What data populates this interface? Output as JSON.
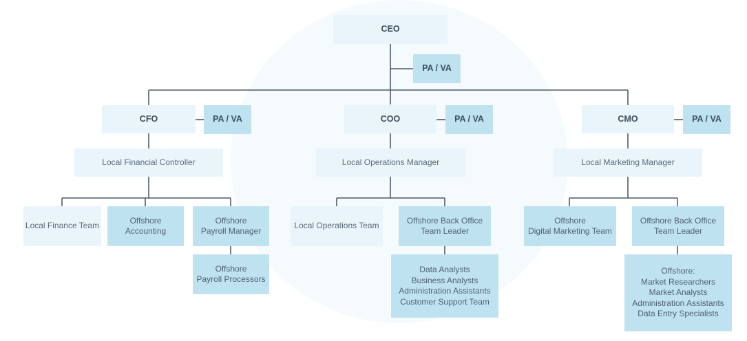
{
  "chart": {
    "ceo": "CEO",
    "ceo_pa": "PA / VA",
    "cfo": "CFO",
    "cfo_pa": "PA / VA",
    "coo": "COO",
    "coo_pa": "PA / VA",
    "cmo": "CMO",
    "cmo_pa": "PA / VA",
    "finance": {
      "controller": "Local Financial Controller",
      "local_team": "Local Finance Team",
      "offshore_accounting": "Offshore\nAccounting",
      "payroll_manager": "Offshore\nPayroll Manager",
      "payroll_processors": "Offshore\nPayroll Processors"
    },
    "operations": {
      "manager": "Local Operations Manager",
      "local_team": "Local Operations Team",
      "back_office_leader": "Offshore Back Office\nTeam Leader",
      "back_office_team": "Data Analysts\nBusiness Analysts\nAdministration Assistants\nCustomer Support Team"
    },
    "marketing": {
      "manager": "Local Marketing Manager",
      "digital_team": "Offshore\nDigital Marketing Team",
      "back_office_leader": "Offshore Back Office\nTeam Leader",
      "back_office_team": "Offshore:\nMarket Researchers\nMarket Analysts\nAdministration Assistants\nData Entry Specialists"
    }
  },
  "colors": {
    "line": "#4d5b69",
    "light_box": "#e9f5fb",
    "mid_box": "#bfe2f1"
  }
}
